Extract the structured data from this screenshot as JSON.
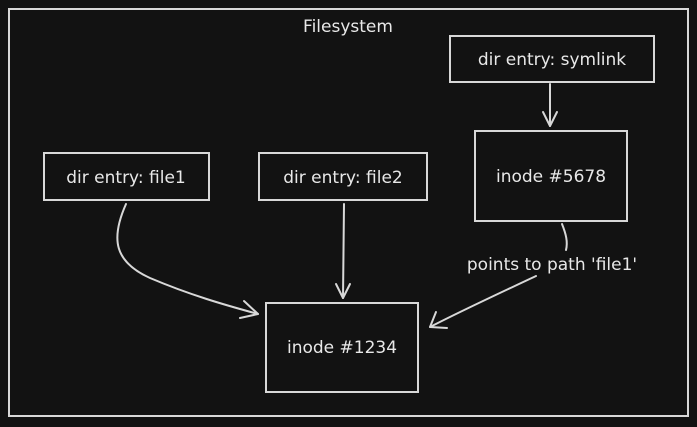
{
  "container": {
    "title": "Filesystem"
  },
  "nodes": {
    "dir_entry_symlink": "dir entry: symlink",
    "dir_entry_file1": "dir entry: file1",
    "dir_entry_file2": "dir entry: file2",
    "inode_5678": "inode #5678",
    "inode_1234": "inode #1234"
  },
  "edges": {
    "symlink_note": "points to path 'file1'"
  },
  "colors": {
    "background": "#121212",
    "stroke": "#d8d8d8",
    "text": "#e8e8e8"
  }
}
